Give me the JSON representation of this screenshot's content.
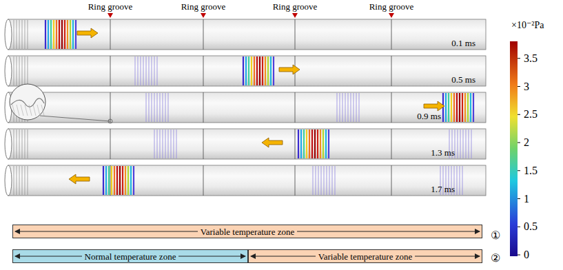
{
  "diagram": {
    "nodes": [
      {
        "text": [
          "Variable temperature zone"
        ]
      },
      {
        "text": [
          "Normal temperature zone"
        ]
      },
      {
        "text": [
          "Variable temperature zone"
        ]
      }
    ],
    "labels": [
      "Ring groove",
      "Ring groove",
      "Ring groove",
      "Ring groove",
      "×10⁻²Pa",
      "3.5",
      "3",
      "2.5",
      "2",
      "1.5",
      "1",
      "0.5",
      "0",
      "0.1 ms",
      "0.5 ms",
      "0.9 ms",
      "1.3 ms",
      "1.7 ms",
      "①",
      "②"
    ]
  }
}
